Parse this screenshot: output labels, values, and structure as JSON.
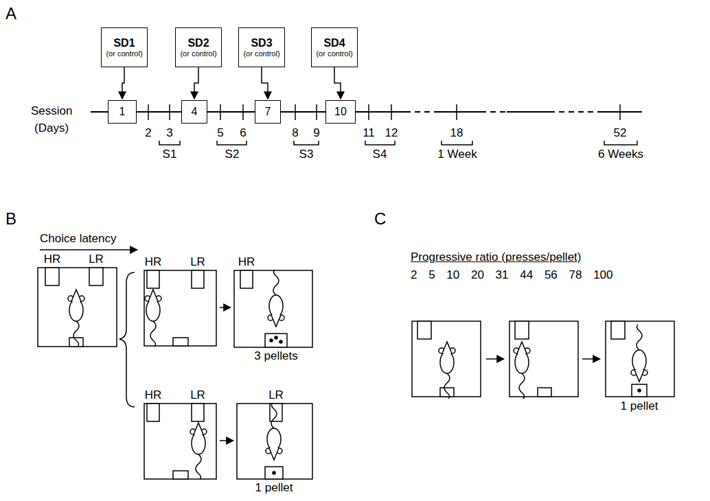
{
  "diagram": {
    "nodes": [
      {
        "text": [
          "SD1",
          "(or control)"
        ]
      },
      {
        "text": [
          "SD2",
          "(or control)"
        ]
      },
      {
        "text": [
          "SD3",
          "(or control)"
        ]
      },
      {
        "text": [
          "SD4",
          "(or control)"
        ]
      },
      {
        "text": [
          "1"
        ]
      },
      {
        "text": [
          "4"
        ]
      },
      {
        "text": [
          "7"
        ]
      },
      {
        "text": [
          "10"
        ]
      }
    ],
    "edges": [
      {
        "from": 0,
        "to": 4,
        "arrow": "to"
      },
      {
        "from": 1,
        "to": 5,
        "arrow": "to"
      },
      {
        "from": 2,
        "to": 6,
        "arrow": "to"
      },
      {
        "from": 3,
        "to": 7,
        "arrow": "to"
      }
    ],
    "labels": [
      "A",
      "Session",
      "(Days)",
      "2",
      "3",
      "5",
      "6",
      "8",
      "9",
      "11",
      "12",
      "18",
      "52",
      "S1",
      "S2",
      "S3",
      "S4",
      "1 Week",
      "6 Weeks",
      "B",
      "Choice latency",
      "HR",
      "LR",
      "HR",
      "LR",
      "HR",
      "3 pellets",
      "HR",
      "LR",
      "LR",
      "1 pellet",
      "C",
      "Progressive ratio (presses/pellet)",
      "2 5 10 20 31 44 56 78 100",
      "1 pellet"
    ]
  }
}
